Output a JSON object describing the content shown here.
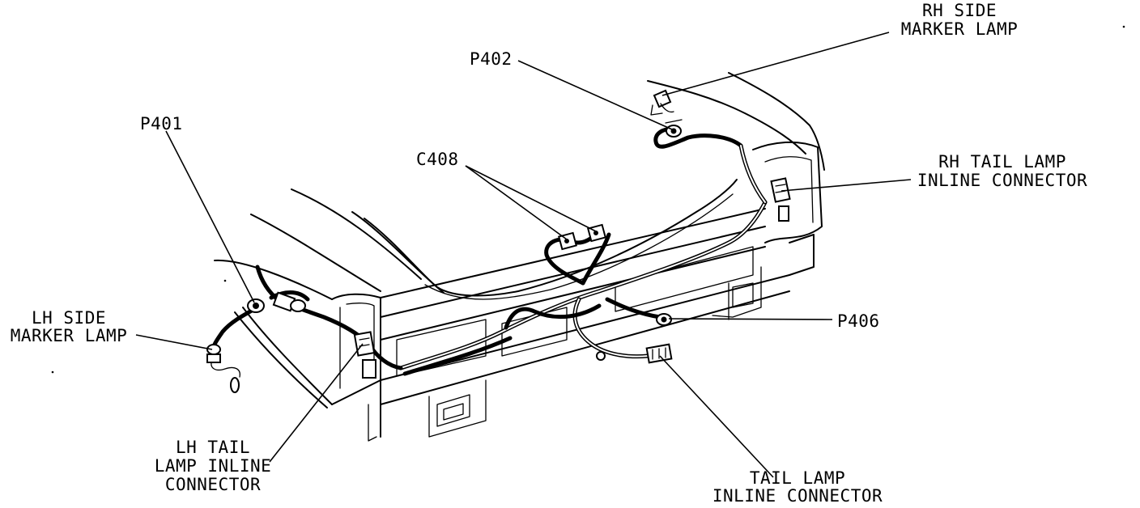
{
  "diagram": {
    "callouts": {
      "rh_side_marker_lamp": [
        "RH SIDE",
        "MARKER LAMP"
      ],
      "p402": "P402",
      "rh_tail_lamp_inline_connector": [
        "RH TAIL LAMP",
        "INLINE CONNECTOR"
      ],
      "c408": "C408",
      "p401": "P401",
      "lh_side_marker_lamp": [
        "LH SIDE",
        "MARKER LAMP"
      ],
      "p406": "P406",
      "lh_tail_lamp_inline_connector": [
        "LH TAIL",
        "LAMP INLINE",
        "CONNECTOR"
      ],
      "tail_lamp_inline_connector": [
        "TAIL LAMP",
        "INLINE CONNECTOR"
      ]
    }
  }
}
